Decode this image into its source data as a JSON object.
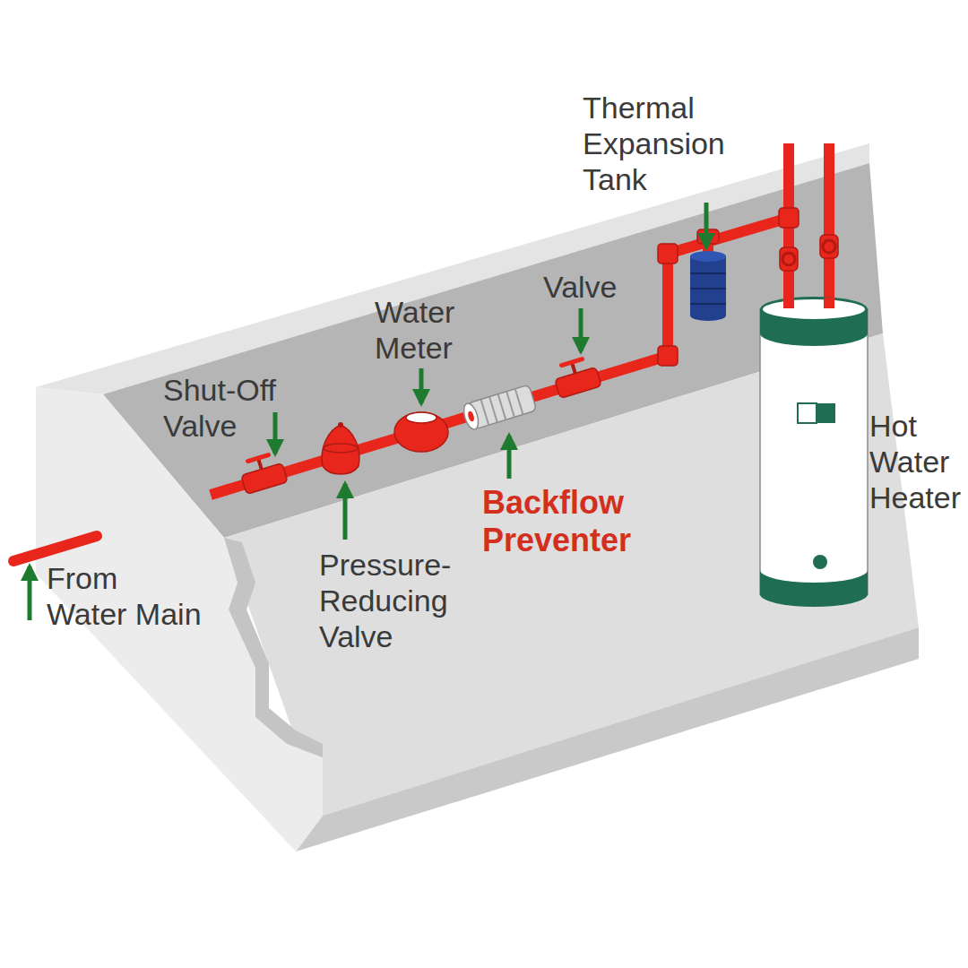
{
  "diagram": {
    "labels": [
      "Thermal Expansion Tank",
      "Water Meter",
      "Valve",
      "Shut-Off Valve",
      "Hot Water Heater",
      "Backflow Preventer",
      "Pressure-Reducing Valve",
      "From Water Main"
    ]
  }
}
